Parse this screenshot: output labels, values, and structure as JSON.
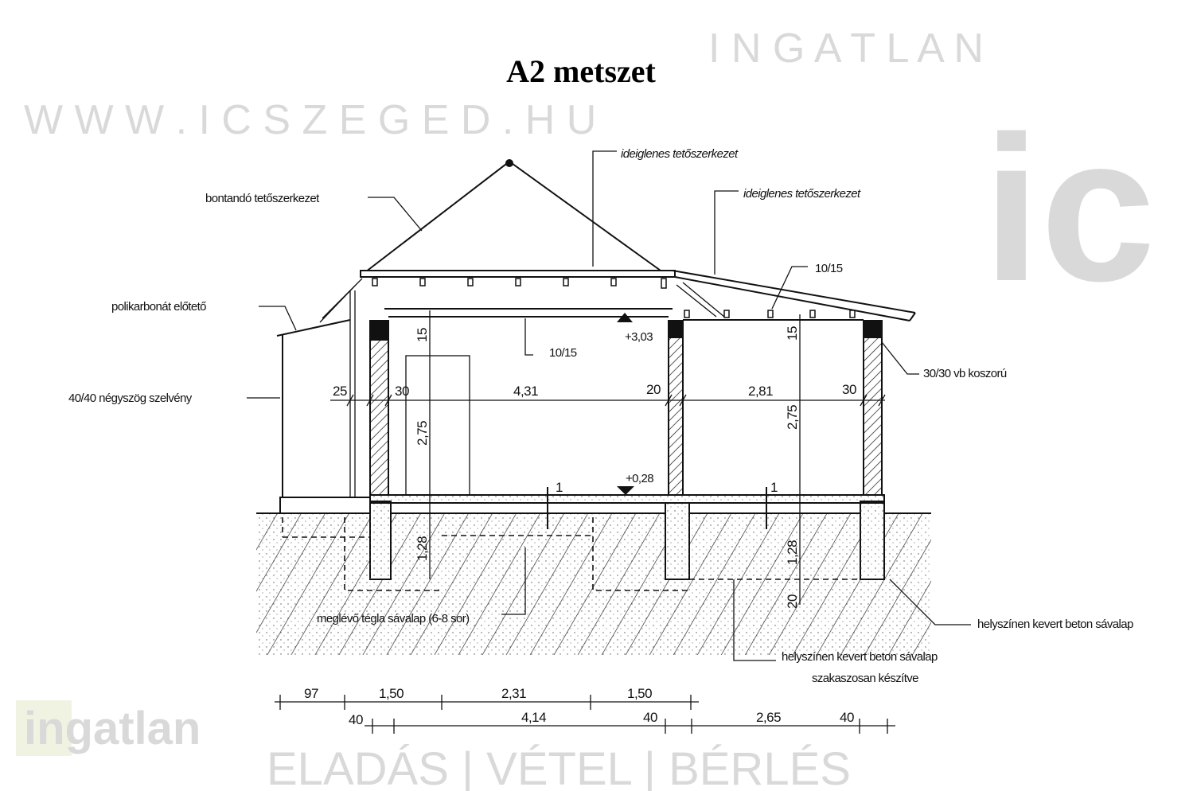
{
  "title": "A2  metszet",
  "watermark": {
    "logo_small": "ingatlan",
    "logo_letters": "ic",
    "line1": "I N G A T L A N",
    "line2": "ELADÁS | VÉTEL | BÉRLÉS",
    "line3": "W W W . I C S Z E G E D . H U"
  },
  "labels": {
    "roof_demolish": "bontandó tetőszerkezet",
    "roof_temp_1": "ideiglenes tetőszerkezet",
    "roof_temp_2": "ideiglenes tetőszerkezet",
    "beam_right": "10/15",
    "polycarbonate": "polikarbonát előtető",
    "steel_post": "40/40 négyszög szelvény",
    "ring_beam": "30/30 vb koszorú",
    "beam_left": "10/15",
    "existing_foundation": "meglévő tégla sávalap (6-8 sor)",
    "new_foundation_right": "helyszínen kevert beton sávalap",
    "new_foundation_mid_1": "helyszínen kevert beton sávalap",
    "new_foundation_mid_2": "szakaszosan készítve"
  },
  "levels": {
    "top": "+3,03",
    "floor": "+0,28"
  },
  "section_marks": [
    "1",
    "1"
  ],
  "dimensions": {
    "horizontal": [
      "25",
      "30",
      "4,31",
      "20",
      "2,81",
      "30"
    ],
    "vertical_left": {
      "slab": "15",
      "height": "2,75",
      "foundation": "1,28"
    },
    "vertical_right": {
      "slab": "15",
      "height": "2,75",
      "foundation": "1,28",
      "base": "20"
    },
    "bottom_row1": [
      "97",
      "1,50",
      "2,31",
      "1,50"
    ],
    "bottom_row2": [
      "40",
      "4,14",
      "40",
      "2,65",
      "40"
    ]
  }
}
